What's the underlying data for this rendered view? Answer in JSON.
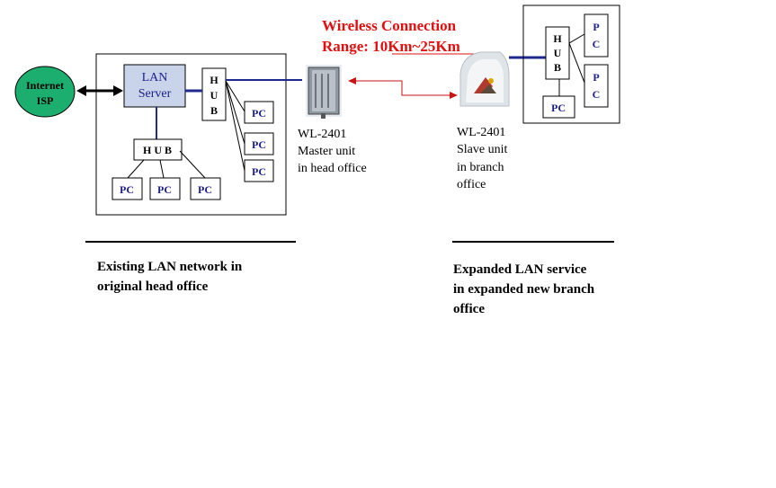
{
  "colors": {
    "line_blue": "#1f2a8f",
    "pc_text": "#1b1f8a",
    "lan_fill": "#c9d3ea",
    "isp_fill": "#1cae6e",
    "wireless_red": "#e01010",
    "link_red": "#cc1111",
    "black": "#000000"
  },
  "isp": {
    "line1": "Internet",
    "line2": "ISP"
  },
  "head_office": {
    "lan_server_line1": "LAN",
    "lan_server_line2": "Server",
    "hub_vertical": [
      "H",
      "U",
      "B"
    ],
    "hub_horizontal": "H U B",
    "pcs_right": [
      "PC",
      "PC",
      "PC"
    ],
    "pcs_bottom": [
      "PC",
      "PC",
      "PC"
    ]
  },
  "wireless": {
    "title": "Wireless Connection",
    "range": "Range: 10Km~25Km"
  },
  "master_unit": {
    "line1": "WL-2401",
    "line2": "Master unit",
    "line3": "in head office",
    "icon": "antenna-panel-icon"
  },
  "slave_unit": {
    "line1": "WL-2401",
    "line2": "Slave unit",
    "line3": "in branch",
    "line4": "office",
    "icon": "dish-antenna-icon"
  },
  "branch_office": {
    "hub_vertical": [
      "H",
      "U",
      "B"
    ],
    "pc_vertical_1": [
      "P",
      "C"
    ],
    "pc_vertical_2": [
      "P",
      "C"
    ],
    "pc_bottom": "PC"
  },
  "captions": {
    "head_line1": "Existing LAN network in",
    "head_line2": "original head office",
    "branch_line1": "Expanded LAN service",
    "branch_line2": "in expanded new branch",
    "branch_line3": "office"
  }
}
